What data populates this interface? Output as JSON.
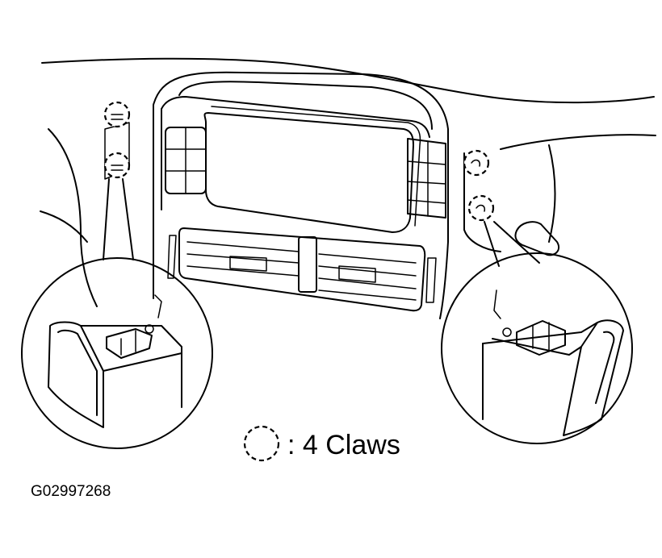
{
  "legend": {
    "symbol": "dashed-circle",
    "label": ": 4 Claws"
  },
  "figure_code": "G02997268",
  "colors": {
    "ink": "#000000",
    "background": "#ffffff"
  }
}
